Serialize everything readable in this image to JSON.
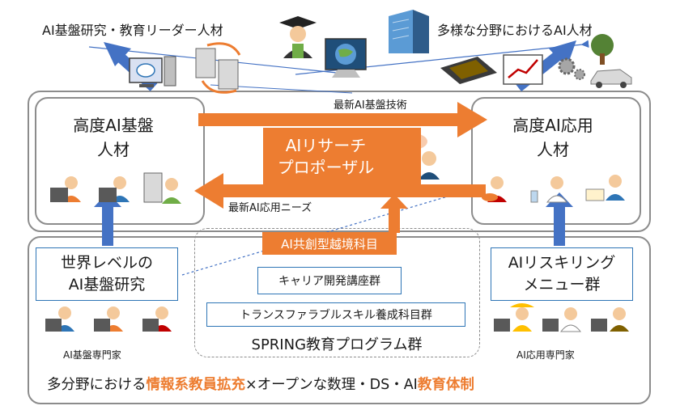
{
  "top_left_label": "AI基盤研究・教育リーダー人材",
  "top_right_label": "多様な分野におけるAI人材",
  "left_box_title": "高度AI基盤\n人材",
  "right_box_title": "高度AI応用\n人材",
  "arrow_top_label": "最新AI基盤技術",
  "arrow_bottom_label": "最新AI応用ニーズ",
  "center_box_label": "AIリサーチ\nプロポーザル",
  "cross_subject": "AI共創型越境科目",
  "career_group": "キャリア開発講座群",
  "transferable_group": "トランスファラブルスキル養成科目群",
  "spring_program": "SPRING教育プログラム群",
  "left_bottom_box": "世界レベルの\nAI基盤研究",
  "right_bottom_box": "AIリスキリング\nメニュー群",
  "left_experts_label": "AI基盤専門家",
  "right_experts_label": "AI応用専門家",
  "bottom_line": {
    "part1": "多分野における",
    "part2": "情報系教員拡充",
    "part3": "×オープンな数理・DS・AI",
    "part4": "教育体制"
  },
  "colors": {
    "orange": "#ed7d31",
    "blue_arrow": "#4472c4",
    "box_border": "#2e75b6",
    "panel_border": "#8c8c8c"
  },
  "icons": [
    "brain-monitor-icon",
    "server-icon",
    "graduate-icon",
    "globe-monitor-icon",
    "building-icon",
    "chip-icon",
    "chart-monitor-icon",
    "gears-icon",
    "tree-icon",
    "car-icon",
    "person-at-pc-icon",
    "researcher-icon",
    "doctor-icon",
    "nurse-icon",
    "worker-icon"
  ]
}
